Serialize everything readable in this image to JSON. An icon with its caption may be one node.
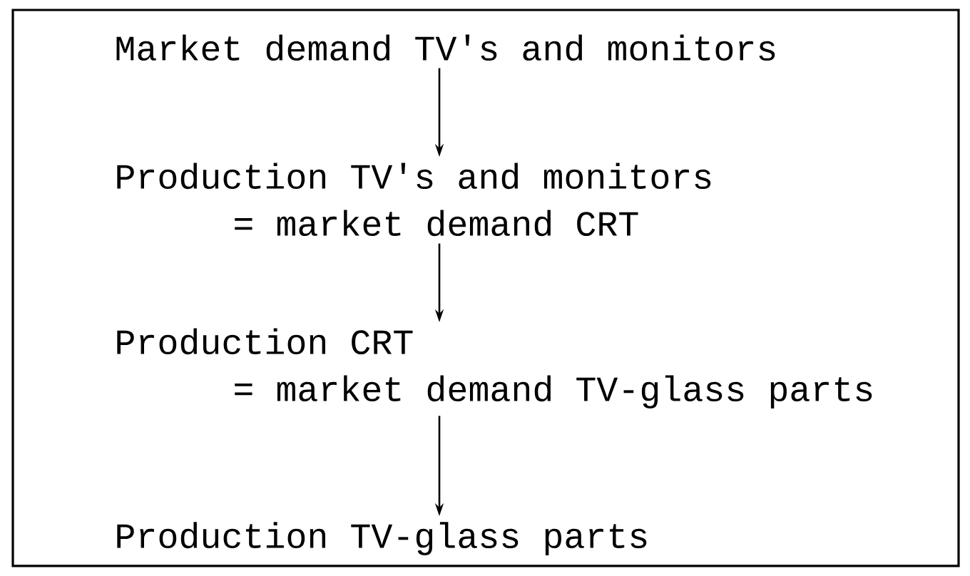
{
  "diagram": {
    "nodes": [
      {
        "text": [
          "Market demand TV's and monitors"
        ]
      },
      {
        "text": [
          "Production TV's and monitors",
          "= market demand CRT"
        ]
      },
      {
        "text": [
          "Production CRT",
          "= market demand TV-glass parts"
        ]
      },
      {
        "text": [
          "Production TV-glass parts"
        ]
      }
    ],
    "edges": [
      {
        "from": 0,
        "to": 1,
        "arrow": "to"
      },
      {
        "from": 1,
        "to": 2,
        "arrow": "to"
      },
      {
        "from": 2,
        "to": 3,
        "arrow": "to"
      }
    ]
  }
}
